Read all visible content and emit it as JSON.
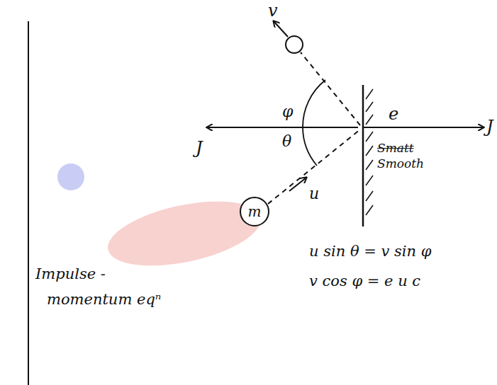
{
  "diagram": {
    "nodes": [
      {
        "text": [
          "m"
        ]
      }
    ],
    "labels": [
      "v",
      "φ",
      "θ",
      "e",
      "J",
      "J",
      "u",
      "Smatt",
      "Smooth",
      "u sin θ = v sin φ",
      "v cos φ = e u c",
      "Impulse -",
      "momentum eqⁿ"
    ]
  }
}
